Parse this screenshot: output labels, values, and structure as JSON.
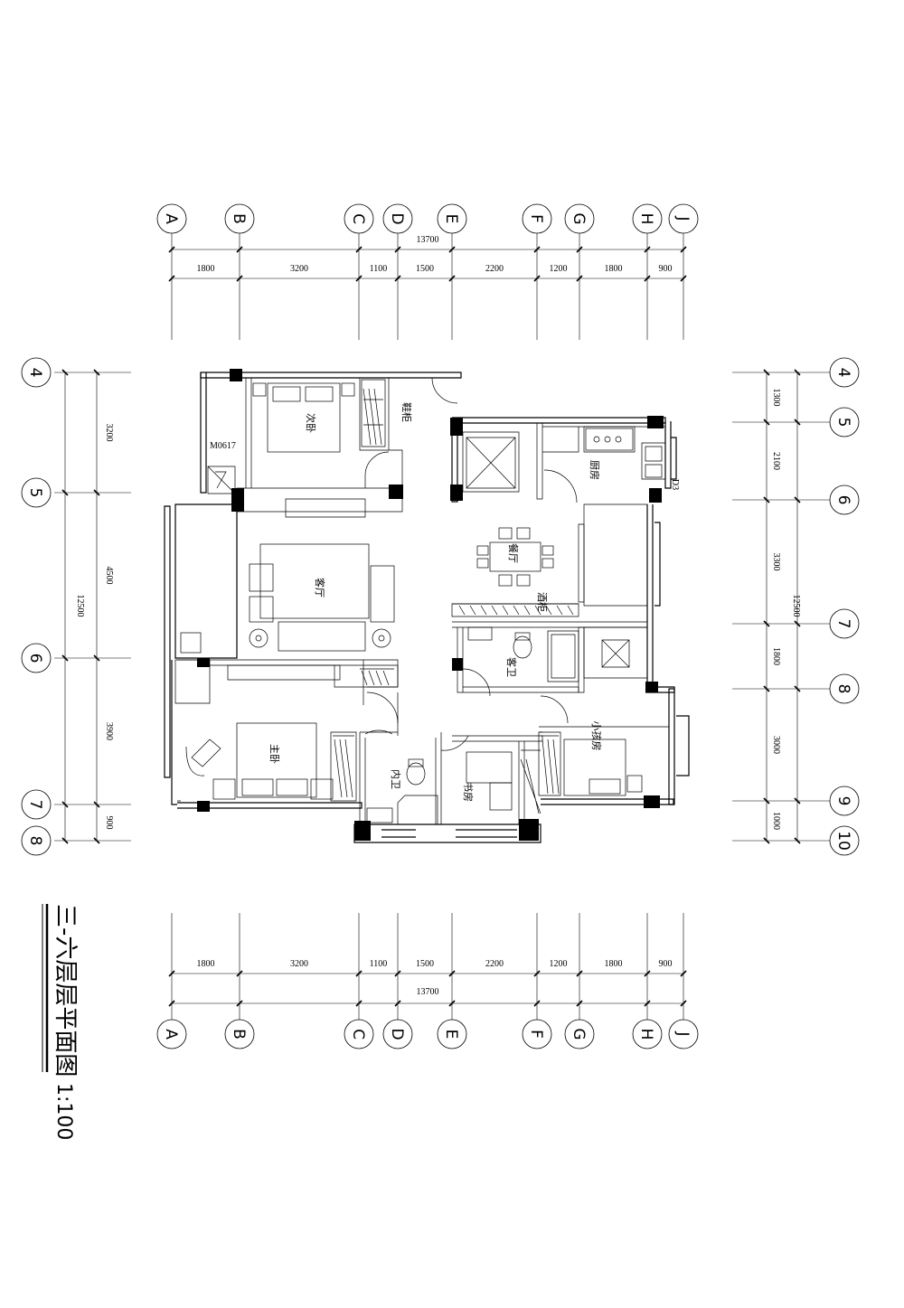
{
  "title": "三-六层层平面图",
  "scale": "1:100",
  "top_axes": [
    "A",
    "B",
    "C",
    "D",
    "E",
    "F",
    "G",
    "H",
    "J"
  ],
  "bottom_axes": [
    "A",
    "B",
    "C",
    "D",
    "E",
    "F",
    "G",
    "H",
    "J"
  ],
  "left_axes": [
    "4",
    "5",
    "6",
    "7",
    "8"
  ],
  "right_axes": [
    "4",
    "5",
    "6",
    "7",
    "8",
    "9",
    "10"
  ],
  "top_total": "13700",
  "top_segments": [
    "1800",
    "3200",
    "1100",
    "1500",
    "2200",
    "1200",
    "1800",
    "900"
  ],
  "bottom_total": "13700",
  "bottom_segments": [
    "1800",
    "3200",
    "1100",
    "1500",
    "2200",
    "1200",
    "1800",
    "900"
  ],
  "left_total": "12500",
  "left_segments": [
    "3200",
    "4500",
    "3900",
    "900"
  ],
  "right_total": "12500",
  "right_segments": [
    "1300",
    "2100",
    "3300",
    "1800",
    "3000",
    "1000"
  ],
  "rooms": {
    "second_bedroom": "次卧",
    "shoe_cabinet": "鞋柜",
    "kitchen": "厨房",
    "dining": "餐厅",
    "living": "客厅",
    "wine_cabinet": "酒柜",
    "guest_bath": "客卫",
    "master_bedroom": "主卧",
    "inner_bath": "内卫",
    "study": "书房",
    "kids_room": "小孩房"
  },
  "door_tag": "M0617",
  "window_tag": "D3"
}
